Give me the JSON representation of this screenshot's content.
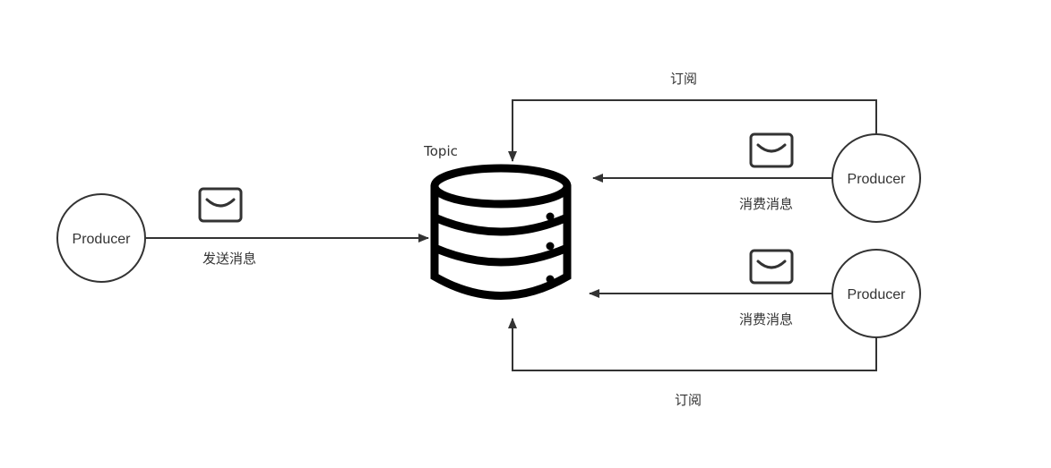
{
  "topic": {
    "label": "Topic"
  },
  "producer_left": {
    "label": "Producer"
  },
  "producer_top_right": {
    "label": "Producer"
  },
  "producer_bottom_right": {
    "label": "Producer"
  },
  "edges": {
    "send_label": "发送消息",
    "consume_top_label": "消费消息",
    "consume_bottom_label": "消费消息",
    "subscribe_top_label": "订阅",
    "subscribe_bottom_label": "订阅"
  },
  "icons": {
    "envelope": "envelope-icon",
    "database": "database-icon"
  },
  "colors": {
    "line": "#333333",
    "icon": "#000000",
    "background": "#ffffff"
  }
}
